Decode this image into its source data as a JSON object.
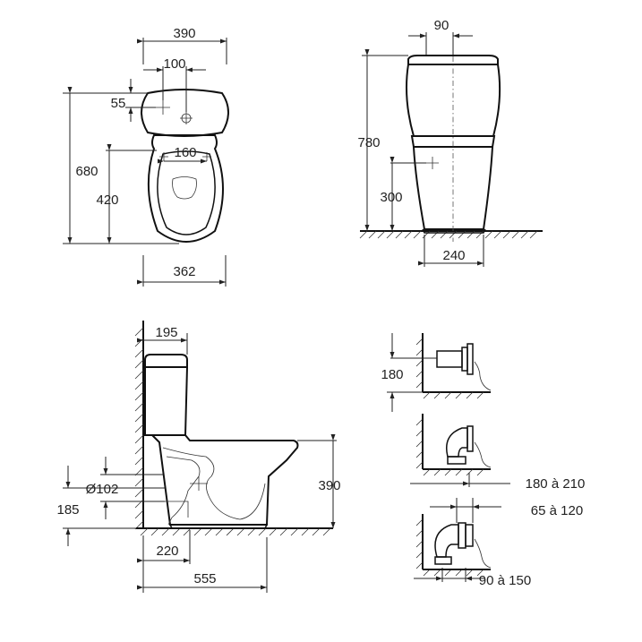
{
  "dimensions": {
    "top_width": "390",
    "top_offset": "100",
    "top_55": "55",
    "top_160": "160",
    "top_680": "680",
    "top_420": "420",
    "top_362": "362",
    "front_90": "90",
    "front_780": "780",
    "front_300": "300",
    "front_240": "240",
    "side_195": "195",
    "side_pipe": "Ø102",
    "side_185": "185",
    "side_390": "390",
    "side_220": "220",
    "side_555": "555",
    "conn_180": "180",
    "conn_180_210": "180 à 210",
    "conn_65_120": "65 à 120",
    "conn_90_150": "90 à 150"
  }
}
